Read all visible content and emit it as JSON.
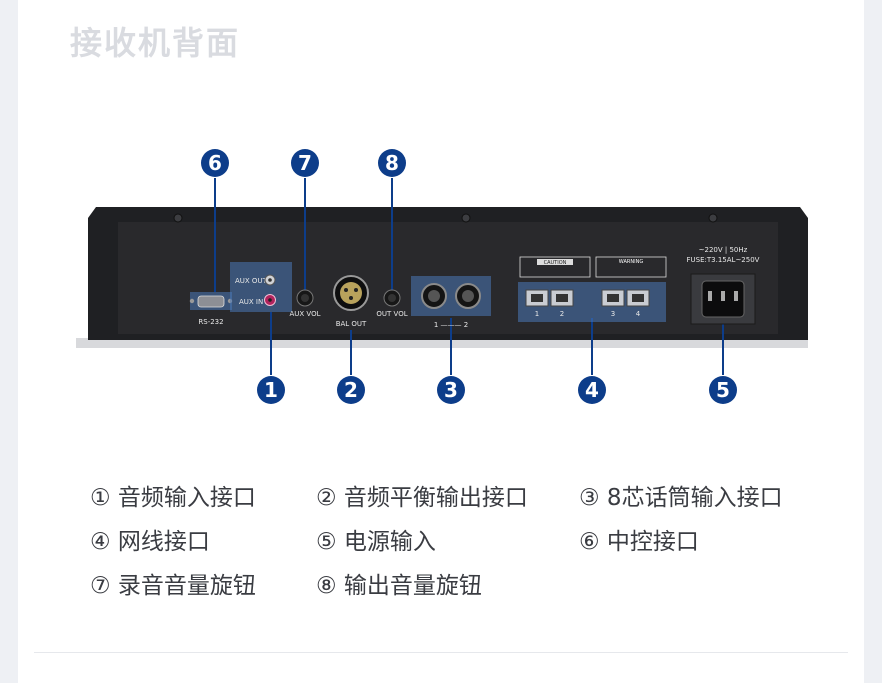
{
  "page": {
    "title": "接收机背面"
  },
  "callouts": [
    "1",
    "2",
    "3",
    "4",
    "5",
    "6",
    "7",
    "8"
  ],
  "panel": {
    "aux_out": "AUX OUT",
    "aux_in": "AUX IN",
    "rs232": "RS-232",
    "aux_vol": "AUX VOL",
    "bal_out": "BAL OUT",
    "out_vol": "OUT VOL",
    "mic_ports": "1 ——— 2",
    "rj_1": "1",
    "rj_2": "2",
    "rj_3": "3",
    "rj_4": "4",
    "caution": "CAUTION",
    "warning": "WARNING",
    "power_spec": "~220V | 50Hz",
    "fuse": "FUSE:T3.15AL~250V"
  },
  "legend": [
    "① 音频输入接口",
    "② 音频平衡输出接口",
    "③ 8芯话筒输入接口",
    "④ 网线接口",
    "⑤ 电源输入",
    "⑥ 中控接口",
    "⑦ 录音音量旋钮",
    "⑧ 输出音量旋钮"
  ],
  "colors": {
    "accent": "#0d3d8a",
    "chassis": "#222326",
    "highlight": "#4a78b8"
  }
}
